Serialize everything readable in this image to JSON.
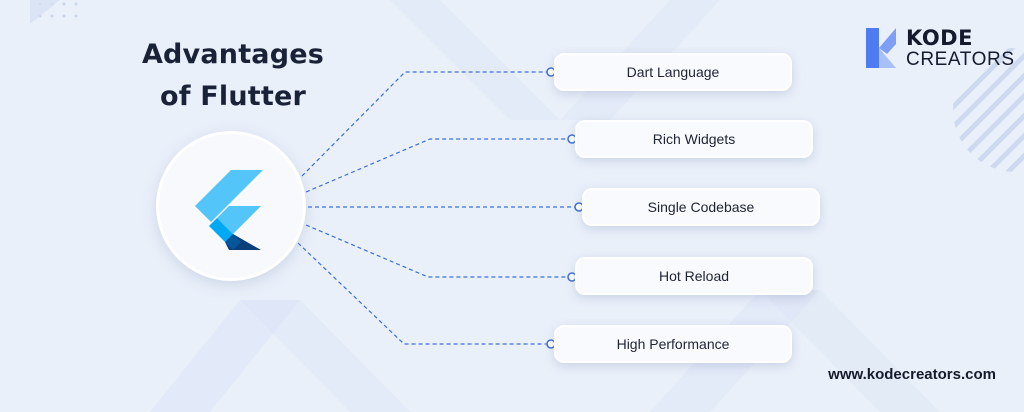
{
  "title": {
    "line1": "Advantages",
    "line2": "of Flutter"
  },
  "center_logo": {
    "icon": "flutter-logo-icon"
  },
  "advantages": [
    {
      "label": "Dart Language"
    },
    {
      "label": "Rich Widgets"
    },
    {
      "label": "Single Codebase"
    },
    {
      "label": "Hot Reload"
    },
    {
      "label": "High Performance"
    }
  ],
  "brand": {
    "name_top": "KODE",
    "name_bottom": "CREATORS",
    "icon": "kode-creators-k-icon"
  },
  "website": "www.kodecreators.com",
  "colors": {
    "background": "#eaf0fa",
    "dashed_line": "#3b6fd8",
    "title": "#1a2238",
    "flutter_light": "#54c5f8",
    "flutter_mid": "#01a9f4",
    "flutter_dark": "#0b3f7a",
    "brand_blue": "#4f7bf0"
  }
}
